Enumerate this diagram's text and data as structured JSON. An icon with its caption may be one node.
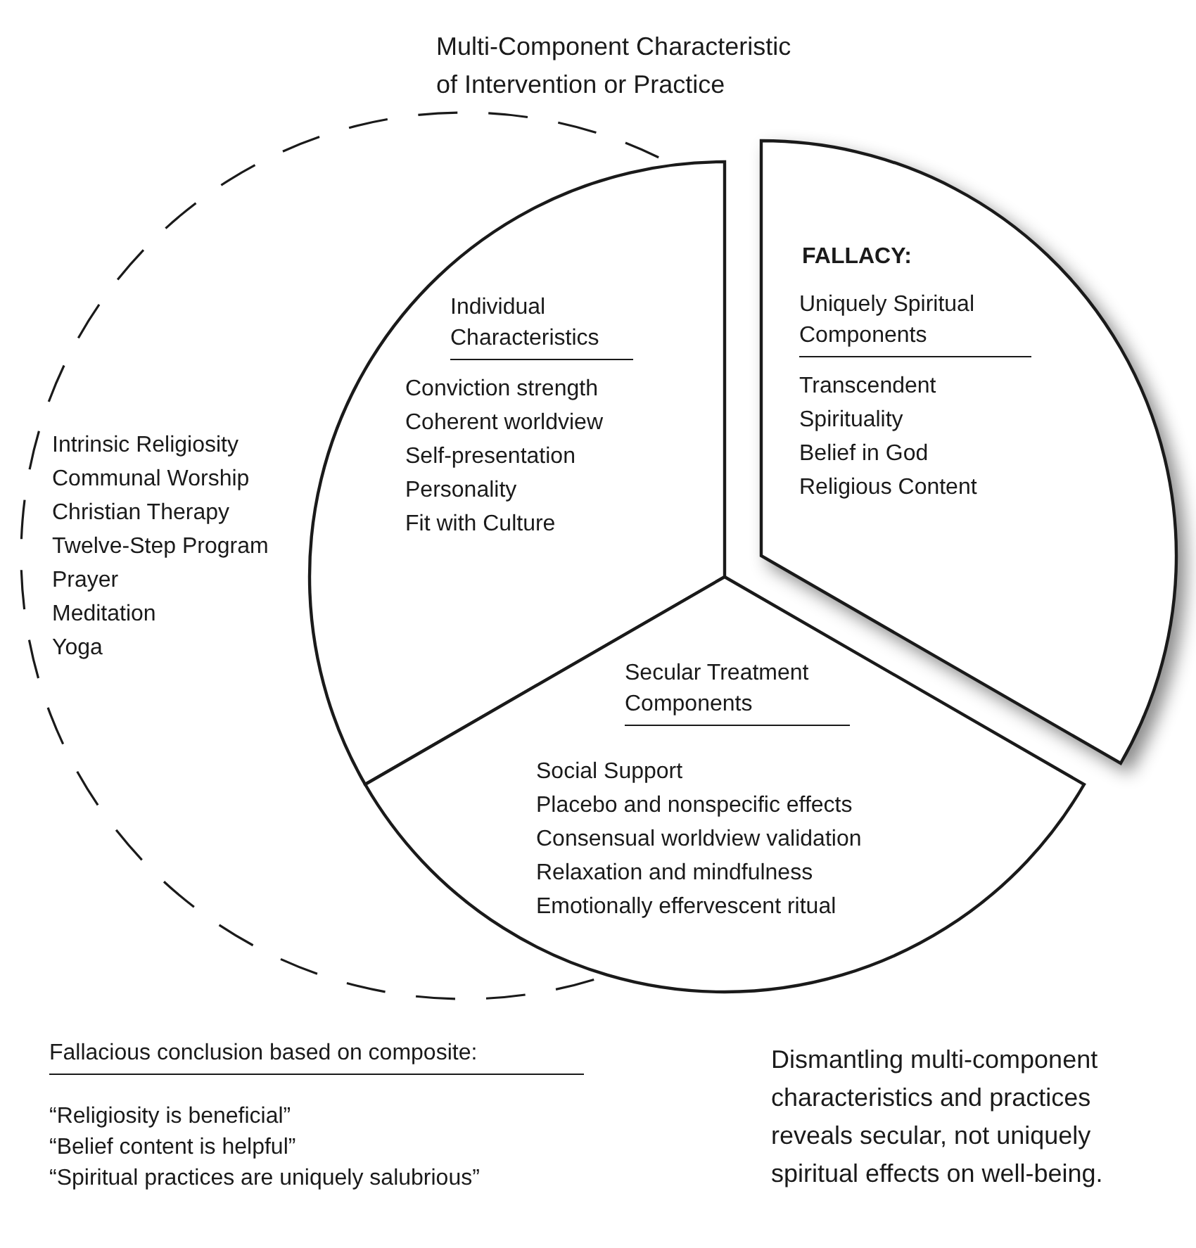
{
  "diagram": {
    "title": "Multi-Component Characteristic of Intervention or Practice",
    "nodes": [
      {
        "text": [
          "Intrinsic Religiosity",
          "Communal Worship",
          "Christian Therapy",
          "Twelve-Step Program",
          "Prayer",
          "Meditation",
          "Yoga"
        ]
      },
      {
        "text": [
          "Individual Characteristics",
          "Conviction strength",
          "Coherent worldview",
          "Self-presentation",
          "Personality",
          "Fit with Culture"
        ]
      },
      {
        "text": [
          "FALLACY:",
          "Uniquely Spiritual Components",
          "Transcendent",
          "Spirituality",
          "Belief in God",
          "Religious Content"
        ]
      },
      {
        "text": [
          "Secular Treatment Components",
          "Social Support",
          "Placebo and nonspecific effects",
          "Consensual worldview validation",
          "Relaxation and mindfulness",
          "Emotionally effervescent ritual"
        ]
      }
    ],
    "labels": [
      "Fallacious conclusion based on composite:",
      "“Religiosity is beneficial”",
      "“Belief content is helpful”",
      "“Spiritual practices are uniquely salubrious”",
      "Dismantling multi-component characteristics and practices reveals secular, not uniquely spiritual effects on well-being."
    ]
  }
}
